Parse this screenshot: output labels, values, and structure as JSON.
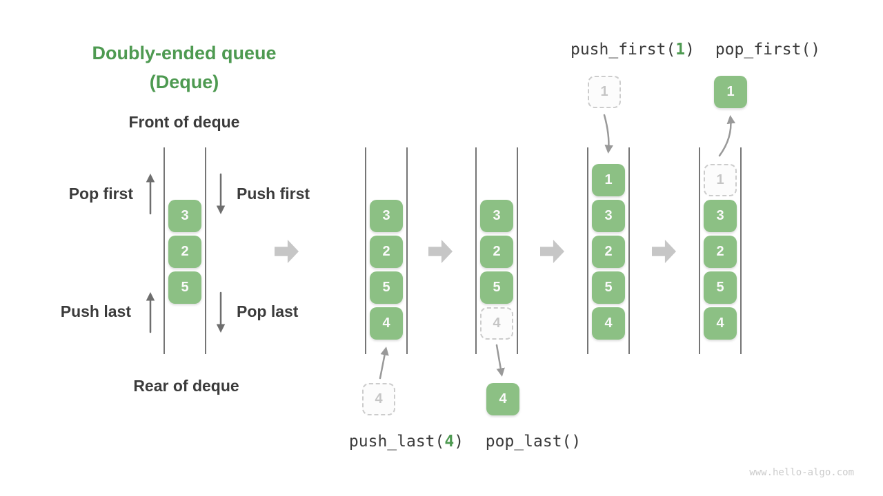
{
  "title": {
    "line1": "Doubly-ended queue",
    "line2": "(Deque)"
  },
  "labels": {
    "front": "Front of deque",
    "rear": "Rear of deque",
    "pop_first": "Pop first",
    "push_first": "Push first",
    "push_last": "Push last",
    "pop_last": "Pop last"
  },
  "operations": {
    "push_first": {
      "before": "push_first(",
      "arg": "1",
      "after": ")"
    },
    "pop_first": {
      "before": "pop_first()",
      "arg": "",
      "after": ""
    },
    "push_last": {
      "before": "push_last(",
      "arg": "4",
      "after": ")"
    },
    "pop_last": {
      "before": "pop_last()",
      "arg": "",
      "after": ""
    }
  },
  "queues": [
    {
      "name": "initial-deque",
      "cells": [
        {
          "row": 1,
          "value": "3",
          "type": "solid"
        },
        {
          "row": 2,
          "value": "2",
          "type": "solid"
        },
        {
          "row": 3,
          "value": "5",
          "type": "solid"
        }
      ]
    },
    {
      "name": "after-push-last",
      "cells": [
        {
          "row": 1,
          "value": "3",
          "type": "solid"
        },
        {
          "row": 2,
          "value": "2",
          "type": "solid"
        },
        {
          "row": 3,
          "value": "5",
          "type": "solid"
        },
        {
          "row": 4,
          "value": "4",
          "type": "solid"
        }
      ]
    },
    {
      "name": "after-pop-last",
      "cells": [
        {
          "row": 1,
          "value": "3",
          "type": "solid"
        },
        {
          "row": 2,
          "value": "2",
          "type": "solid"
        },
        {
          "row": 3,
          "value": "5",
          "type": "solid"
        },
        {
          "row": 4,
          "value": "4",
          "type": "dashed"
        }
      ]
    },
    {
      "name": "after-push-first",
      "cells": [
        {
          "row": 0,
          "value": "1",
          "type": "solid"
        },
        {
          "row": 1,
          "value": "3",
          "type": "solid"
        },
        {
          "row": 2,
          "value": "2",
          "type": "solid"
        },
        {
          "row": 3,
          "value": "5",
          "type": "solid"
        },
        {
          "row": 4,
          "value": "4",
          "type": "solid"
        }
      ]
    },
    {
      "name": "after-pop-first",
      "cells": [
        {
          "row": 0,
          "value": "1",
          "type": "dashed"
        },
        {
          "row": 1,
          "value": "3",
          "type": "solid"
        },
        {
          "row": 2,
          "value": "2",
          "type": "solid"
        },
        {
          "row": 3,
          "value": "5",
          "type": "solid"
        },
        {
          "row": 4,
          "value": "4",
          "type": "solid"
        }
      ]
    }
  ],
  "floating_cells": {
    "push_last_new": {
      "value": "4",
      "type": "dashed"
    },
    "pop_last_removed": {
      "value": "4",
      "type": "solid"
    },
    "push_first_new": {
      "value": "1",
      "type": "dashed"
    },
    "pop_first_removed": {
      "value": "1",
      "type": "solid"
    }
  },
  "icons": {
    "pop_first_arrow": "arrow-up",
    "push_first_arrow": "arrow-down",
    "push_last_arrow": "arrow-up",
    "pop_last_arrow": "arrow-down",
    "push_last_insert": "arrow-up-curved",
    "pop_last_remove": "arrow-down-curved",
    "push_first_insert": "arrow-down-curved",
    "pop_first_remove": "arrow-up-curved",
    "transition": "right-block-arrow"
  },
  "watermark": "www.hello-algo.com",
  "colors": {
    "green": "#8CC084",
    "green_text": "#FAFAFA",
    "title_green": "#4E9A51",
    "text_dark": "#3B3B3B",
    "line_gray": "#757575",
    "small_arrow": "#6E6E6E",
    "curved_arrow": "#999999",
    "big_arrow": "#C6C6C6",
    "dashed_border": "#CCCCCC",
    "dashed_fill": "#FCFCFC",
    "dashed_text": "#C5C5C5",
    "watermark": "#CBCBCB"
  }
}
